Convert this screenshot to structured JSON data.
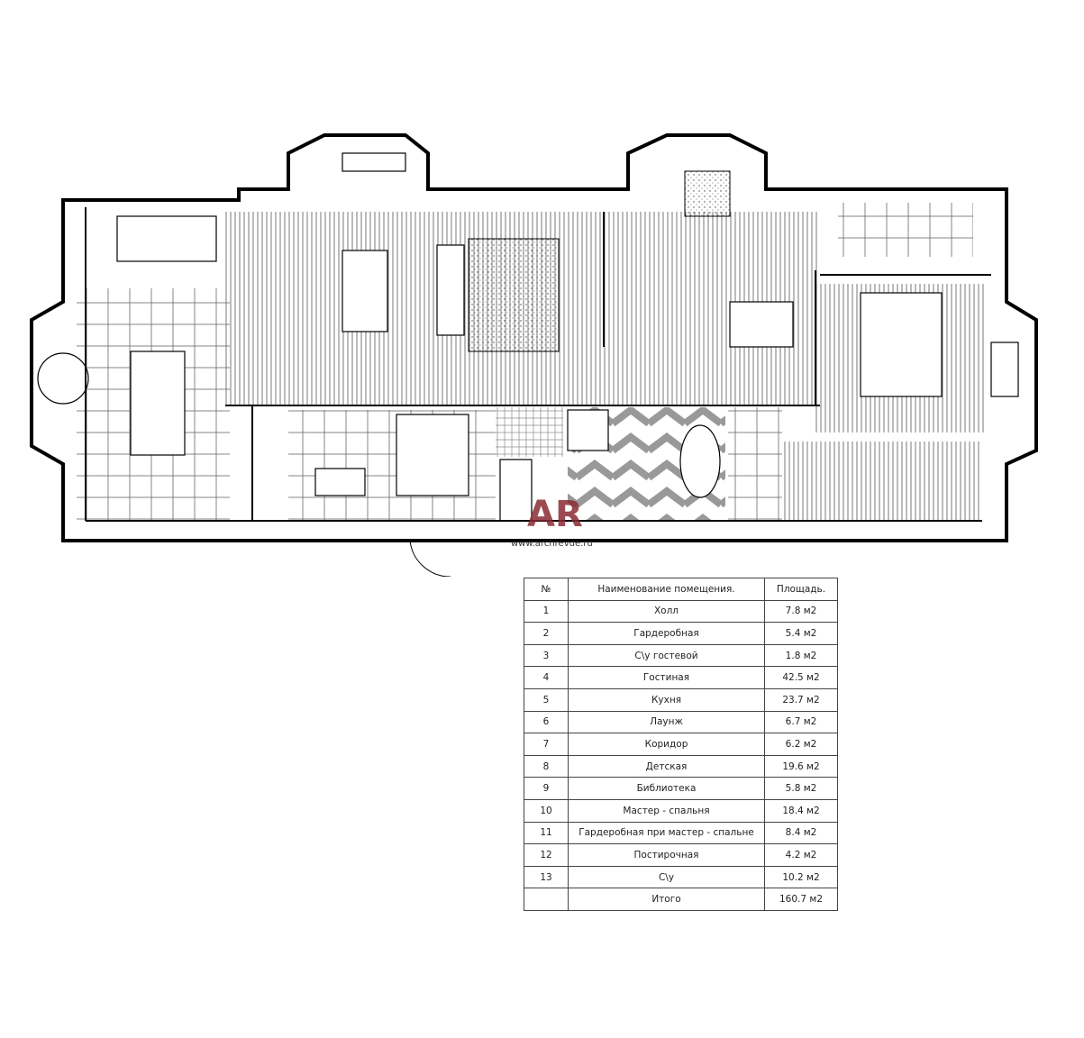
{
  "watermark": {
    "logo": "AR",
    "url": "www.archrevue.ru"
  },
  "table": {
    "headers": [
      "№",
      "Наименование помещения.",
      "Площадь."
    ],
    "rows": [
      [
        "1",
        "Холл",
        "7.8 м2"
      ],
      [
        "2",
        "Гардеробная",
        "5.4 м2"
      ],
      [
        "3",
        "С\\у гостевой",
        "1.8 м2"
      ],
      [
        "4",
        "Гостиная",
        "42.5 м2"
      ],
      [
        "5",
        "Кухня",
        "23.7 м2"
      ],
      [
        "6",
        "Лаунж",
        "6.7 м2"
      ],
      [
        "7",
        "Коридор",
        "6.2 м2"
      ],
      [
        "8",
        "Детская",
        "19.6 м2"
      ],
      [
        "9",
        "Библиотека",
        "5.8 м2"
      ],
      [
        "10",
        "Мастер - спальня",
        "18.4 м2"
      ],
      [
        "11",
        "Гардеробная при мастер - спальне",
        "8.4 м2"
      ],
      [
        "12",
        "Постирочная",
        "4.2 м2"
      ],
      [
        "13",
        "С\\у",
        "10.2 м2"
      ],
      [
        "",
        "Итого",
        "160.7 м2"
      ]
    ]
  }
}
